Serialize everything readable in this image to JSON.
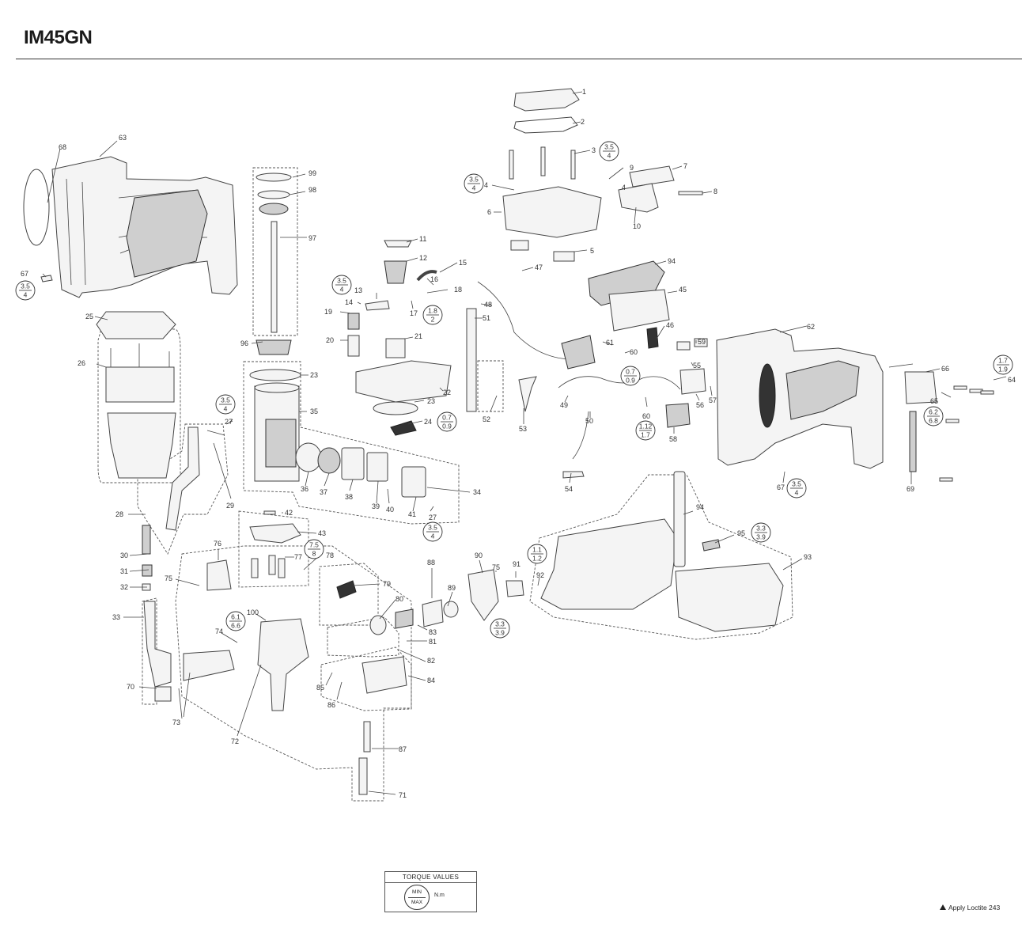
{
  "title": "IM45GN",
  "legend": {
    "title": "TORQUE VALUES",
    "min": "MIN",
    "max": "MAX",
    "unit": "N.m"
  },
  "note": {
    "marker": "triangle-icon",
    "text": "Apply Loctite 243"
  },
  "callouts": [
    "1",
    "2",
    "3",
    "4",
    "4",
    "5",
    "6",
    "7",
    "8",
    "9",
    "10",
    "11",
    "12",
    "13",
    "14",
    "15",
    "16",
    "17",
    "18",
    "19",
    "20",
    "21",
    "22",
    "23",
    "23",
    "24",
    "25",
    "26",
    "27",
    "27",
    "28",
    "29",
    "30",
    "31",
    "32",
    "33",
    "34",
    "35",
    "36",
    "37",
    "38",
    "39",
    "40",
    "41",
    "42",
    "43",
    "45",
    "46",
    "47",
    "48",
    "49",
    "50",
    "51",
    "52",
    "53",
    "54",
    "55",
    "56",
    "57",
    "58",
    "59",
    "60",
    "60",
    "61",
    "62",
    "63",
    "64",
    "65",
    "66",
    "67",
    "67",
    "68",
    "69",
    "70",
    "71",
    "72",
    "73",
    "74",
    "75",
    "75",
    "76",
    "77",
    "78",
    "79",
    "80",
    "81",
    "82",
    "83",
    "84",
    "85",
    "86",
    "87",
    "88",
    "89",
    "90",
    "91",
    "92",
    "93",
    "94",
    "94",
    "95",
    "96",
    "97",
    "98",
    "99",
    "100"
  ],
  "torque_values": [
    {
      "id": "tq-3",
      "min": "3.5",
      "max": "4"
    },
    {
      "id": "tq-4",
      "min": "3.5",
      "max": "4"
    },
    {
      "id": "tq-13",
      "min": "3.5",
      "max": "4"
    },
    {
      "id": "tq-18",
      "min": "1.8",
      "max": "2"
    },
    {
      "id": "tq-24",
      "min": "0.7",
      "max": "0.9"
    },
    {
      "id": "tq-27a",
      "min": "3.5",
      "max": "4"
    },
    {
      "id": "tq-27b",
      "min": "3.5",
      "max": "4"
    },
    {
      "id": "tq-67a",
      "min": "3.5",
      "max": "4"
    },
    {
      "id": "tq-67b",
      "min": "3.5",
      "max": "4"
    },
    {
      "id": "tq-60a",
      "min": "0.7",
      "max": "0.9"
    },
    {
      "id": "tq-60b",
      "min": "1.12",
      "max": "1.7"
    },
    {
      "id": "tq-64",
      "min": "1.7",
      "max": "1.9"
    },
    {
      "id": "tq-65",
      "min": "6.2",
      "max": "6.8"
    },
    {
      "id": "tq-74",
      "min": "6.1",
      "max": "6.6"
    },
    {
      "id": "tq-77",
      "min": "7.5",
      "max": "8"
    },
    {
      "id": "tq-91",
      "min": "1.1",
      "max": "1.2"
    },
    {
      "id": "tq-90",
      "min": "3.3",
      "max": "3.9"
    },
    {
      "id": "tq-95",
      "min": "3.3",
      "max": "3.9"
    }
  ]
}
